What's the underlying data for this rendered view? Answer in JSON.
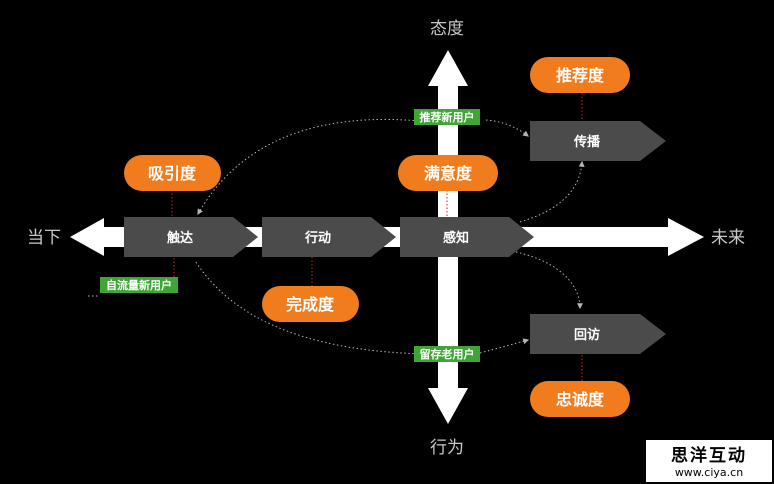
{
  "axes": {
    "top": "态度",
    "bottom": "行为",
    "left": "当下",
    "right": "未来"
  },
  "steps": {
    "touch": "触达",
    "action": "行动",
    "perceive": "感知",
    "spread": "传播",
    "revisit": "回访"
  },
  "metrics": {
    "attraction": "吸引度",
    "completion": "完成度",
    "satisfaction": "满意度",
    "recommendation": "推荐度",
    "loyalty": "忠诚度"
  },
  "tags": {
    "organic_new_users": "自流量新用户",
    "referred_new_users": "推荐新用户",
    "retained_users": "留存老用户"
  },
  "watermark": {
    "name": "思洋互动",
    "url": "www.ciya.cn"
  },
  "colors": {
    "background": "#000000",
    "axis": "#ffffff",
    "step_box": "#4b4b4b",
    "pill": "#f07c1e",
    "tag": "#3fa535",
    "connector": "#b4b4b4",
    "metric_link": "#d02020"
  }
}
